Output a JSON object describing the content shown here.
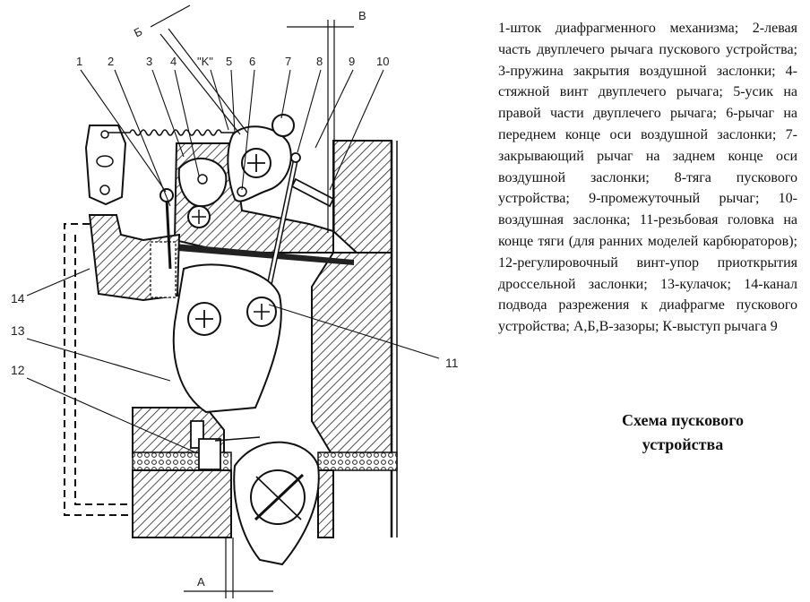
{
  "diagram": {
    "part_numbers": [
      "1",
      "2",
      "3",
      "4",
      "\"K\"",
      "5",
      "6",
      "7",
      "8",
      "9",
      "10"
    ],
    "side_numbers": [
      "14",
      "13",
      "12"
    ],
    "label_11": "11",
    "gap_B_top": "Б",
    "gap_V_top": "В",
    "gap_A_bottom": "А"
  },
  "legend": {
    "text": "1-шток диафрагменного механизма; 2-левая часть двуплечего рычага пускового устройства; 3-пружина закрытия воздушной заслонки; 4-стяжной винт двуплечего рычага; 5-усик на правой части двуплечего рычага; 6-рычаг на переднем конце оси воздушной заслонки; 7-закрывающий рычаг на заднем конце оси воздушной заслонки; 8-тяга пускового устройства; 9-промежуточный рычаг; 10-воздушная заслонка; 11-резьбовая головка на конце тяги (для ранних моделей карбюраторов); 12-регулировочный винт-упор приоткрытия дроссельной заслонки; 13-кулачок; 14-канал подвода разрежения к диафрагме пускового устройства; А,Б,В-зазоры; К-выступ рычага 9"
  },
  "title": {
    "line1": "Схема пускового",
    "line2": "устройства"
  }
}
